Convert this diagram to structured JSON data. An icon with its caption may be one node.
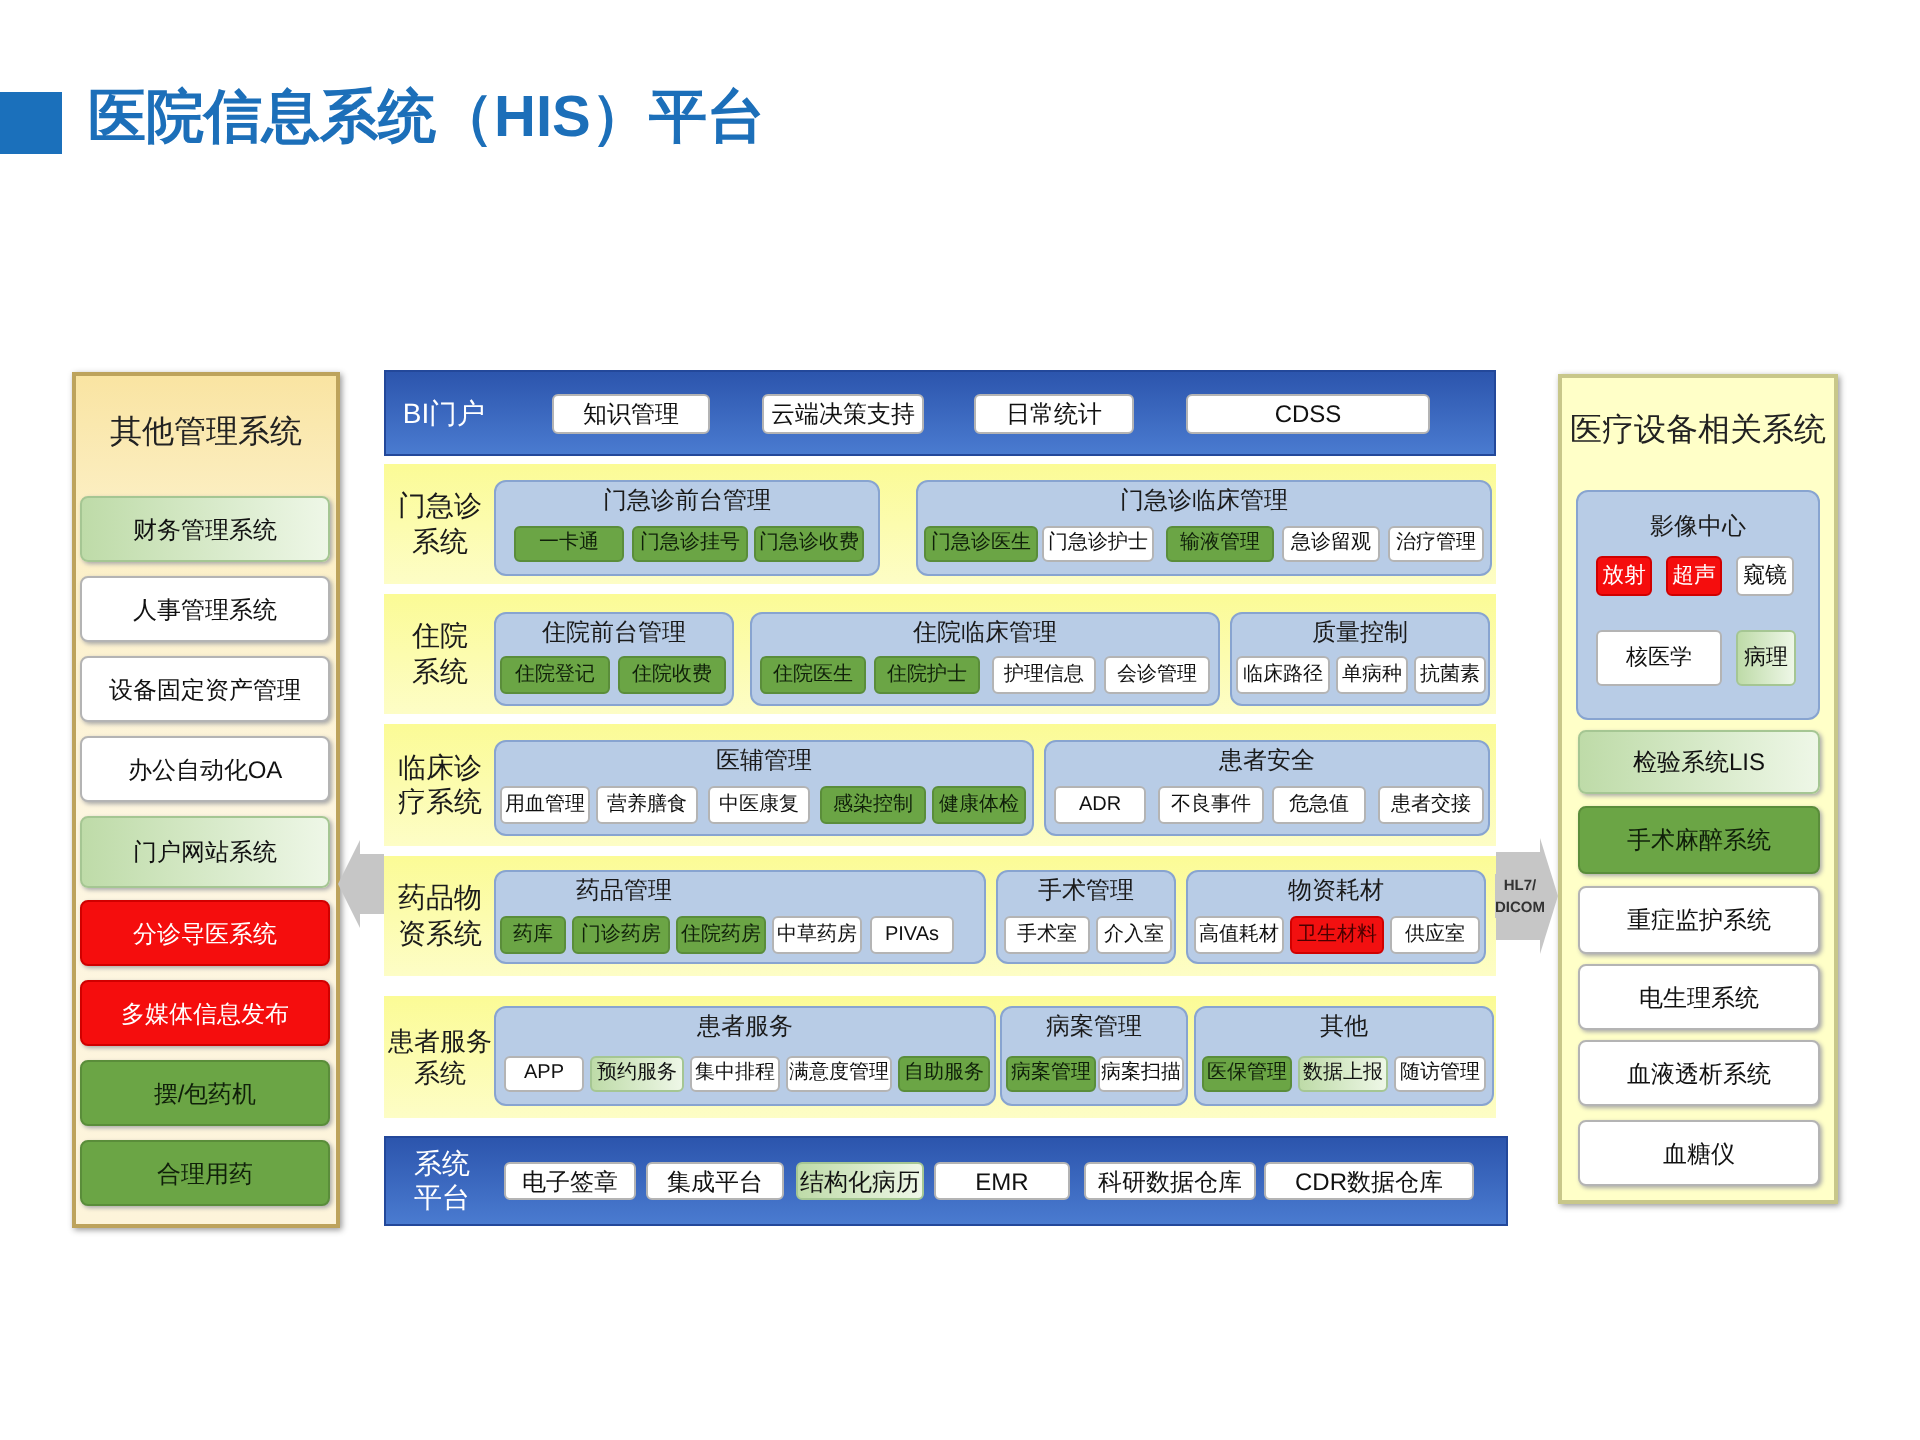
{
  "diagram": {
    "title": "医院信息系统（HIS）平台",
    "nodes": [
      {
        "text": [
          "其他管理系统"
        ]
      },
      {
        "text": [
          "财务管理系统"
        ],
        "in": 0
      },
      {
        "text": [
          "人事管理系统"
        ],
        "in": 0
      },
      {
        "text": [
          "设备固定资产管理"
        ],
        "in": 0
      },
      {
        "text": [
          "办公自动化OA"
        ],
        "in": 0
      },
      {
        "text": [
          "门户网站系统"
        ],
        "in": 0
      },
      {
        "text": [
          "分诊导医系统"
        ],
        "in": 0
      },
      {
        "text": [
          "多媒体信息发布"
        ],
        "in": 0
      },
      {
        "text": [
          "摆/包药机"
        ],
        "in": 0
      },
      {
        "text": [
          "合理用药"
        ],
        "in": 0
      },
      {
        "text": [
          "BI门户"
        ]
      },
      {
        "text": [
          "知识管理"
        ],
        "in": 10
      },
      {
        "text": [
          "云端决策支持"
        ],
        "in": 10
      },
      {
        "text": [
          "日常统计"
        ],
        "in": 10
      },
      {
        "text": [
          "CDSS"
        ],
        "in": 10
      },
      {
        "text": [
          "门急诊系统"
        ]
      },
      {
        "text": [
          "门急诊前台管理"
        ],
        "in": 15
      },
      {
        "text": [
          "一卡通"
        ],
        "in": 16
      },
      {
        "text": [
          "门急诊挂号"
        ],
        "in": 16
      },
      {
        "text": [
          "门急诊收费"
        ],
        "in": 16
      },
      {
        "text": [
          "门急诊临床管理"
        ],
        "in": 15
      },
      {
        "text": [
          "门急诊医生"
        ],
        "in": 20
      },
      {
        "text": [
          "门急诊护士"
        ],
        "in": 20
      },
      {
        "text": [
          "输液管理"
        ],
        "in": 20
      },
      {
        "text": [
          "急诊留观"
        ],
        "in": 20
      },
      {
        "text": [
          "治疗管理"
        ],
        "in": 20
      },
      {
        "text": [
          "住院系统"
        ]
      },
      {
        "text": [
          "住院前台管理"
        ],
        "in": 26
      },
      {
        "text": [
          "住院登记"
        ],
        "in": 27
      },
      {
        "text": [
          "住院收费"
        ],
        "in": 27
      },
      {
        "text": [
          "住院临床管理"
        ],
        "in": 26
      },
      {
        "text": [
          "住院医生"
        ],
        "in": 30
      },
      {
        "text": [
          "住院护士"
        ],
        "in": 30
      },
      {
        "text": [
          "护理信息"
        ],
        "in": 30
      },
      {
        "text": [
          "会诊管理"
        ],
        "in": 30
      },
      {
        "text": [
          "质量控制"
        ],
        "in": 26
      },
      {
        "text": [
          "临床路径"
        ],
        "in": 35
      },
      {
        "text": [
          "单病种"
        ],
        "in": 35
      },
      {
        "text": [
          "抗菌素"
        ],
        "in": 35
      },
      {
        "text": [
          "临床诊疗系统"
        ]
      },
      {
        "text": [
          "医辅管理"
        ],
        "in": 39
      },
      {
        "text": [
          "用血管理"
        ],
        "in": 40
      },
      {
        "text": [
          "营养膳食"
        ],
        "in": 40
      },
      {
        "text": [
          "中医康复"
        ],
        "in": 40
      },
      {
        "text": [
          "感染控制"
        ],
        "in": 40
      },
      {
        "text": [
          "健康体检"
        ],
        "in": 40
      },
      {
        "text": [
          "患者安全"
        ],
        "in": 39
      },
      {
        "text": [
          "ADR"
        ],
        "in": 46
      },
      {
        "text": [
          "不良事件"
        ],
        "in": 46
      },
      {
        "text": [
          "危急值"
        ],
        "in": 46
      },
      {
        "text": [
          "患者交接"
        ],
        "in": 46
      },
      {
        "text": [
          "药品物资系统"
        ]
      },
      {
        "text": [
          "药品管理"
        ],
        "in": 51
      },
      {
        "text": [
          "药库"
        ],
        "in": 52
      },
      {
        "text": [
          "门诊药房"
        ],
        "in": 52
      },
      {
        "text": [
          "住院药房"
        ],
        "in": 52
      },
      {
        "text": [
          "中草药房"
        ],
        "in": 52
      },
      {
        "text": [
          "PIVAs"
        ],
        "in": 52
      },
      {
        "text": [
          "手术管理"
        ],
        "in": 51
      },
      {
        "text": [
          "手术室"
        ],
        "in": 58
      },
      {
        "text": [
          "介入室"
        ],
        "in": 58
      },
      {
        "text": [
          "物资耗材"
        ],
        "in": 51
      },
      {
        "text": [
          "高值耗材"
        ],
        "in": 61
      },
      {
        "text": [
          "卫生材料"
        ],
        "in": 61
      },
      {
        "text": [
          "供应室"
        ],
        "in": 61
      },
      {
        "text": [
          "患者服务系统"
        ]
      },
      {
        "text": [
          "患者服务"
        ],
        "in": 65
      },
      {
        "text": [
          "APP"
        ],
        "in": 66
      },
      {
        "text": [
          "预约服务"
        ],
        "in": 66
      },
      {
        "text": [
          "集中排程"
        ],
        "in": 66
      },
      {
        "text": [
          "满意度管理"
        ],
        "in": 66
      },
      {
        "text": [
          "自助服务"
        ],
        "in": 66
      },
      {
        "text": [
          "病案管理"
        ],
        "in": 65
      },
      {
        "text": [
          "病案管理"
        ],
        "in": 72
      },
      {
        "text": [
          "病案扫描"
        ],
        "in": 72
      },
      {
        "text": [
          "其他"
        ],
        "in": 65
      },
      {
        "text": [
          "医保管理"
        ],
        "in": 75
      },
      {
        "text": [
          "数据上报"
        ],
        "in": 75
      },
      {
        "text": [
          "随访管理"
        ],
        "in": 75
      },
      {
        "text": [
          "系统平台"
        ]
      },
      {
        "text": [
          "电子签章"
        ],
        "in": 79
      },
      {
        "text": [
          "集成平台"
        ],
        "in": 79
      },
      {
        "text": [
          "结构化病历"
        ],
        "in": 79
      },
      {
        "text": [
          "EMR"
        ],
        "in": 79
      },
      {
        "text": [
          "科研数据仓库"
        ],
        "in": 79
      },
      {
        "text": [
          "CDR数据仓库"
        ],
        "in": 79
      },
      {
        "text": [
          "医疗设备相关系统"
        ]
      },
      {
        "text": [
          "影像中心"
        ],
        "in": 86
      },
      {
        "text": [
          "放射"
        ],
        "in": 87
      },
      {
        "text": [
          "超声"
        ],
        "in": 87
      },
      {
        "text": [
          "窥镜"
        ],
        "in": 87
      },
      {
        "text": [
          "核医学"
        ],
        "in": 87
      },
      {
        "text": [
          "病理"
        ],
        "in": 87
      },
      {
        "text": [
          "检验系统LIS"
        ],
        "in": 86
      },
      {
        "text": [
          "手术麻醉系统"
        ],
        "in": 86
      },
      {
        "text": [
          "重症监护系统"
        ],
        "in": 86
      },
      {
        "text": [
          "电生理系统"
        ],
        "in": 86
      },
      {
        "text": [
          "血液透析系统"
        ],
        "in": 86
      },
      {
        "text": [
          "血糖仪"
        ],
        "in": 86
      }
    ],
    "edges": [
      {
        "from": 51,
        "to": 0,
        "arrow": "to"
      },
      {
        "from": 51,
        "to": 86,
        "arrow": "to",
        "label": "HL7/ DICOM"
      }
    ]
  }
}
